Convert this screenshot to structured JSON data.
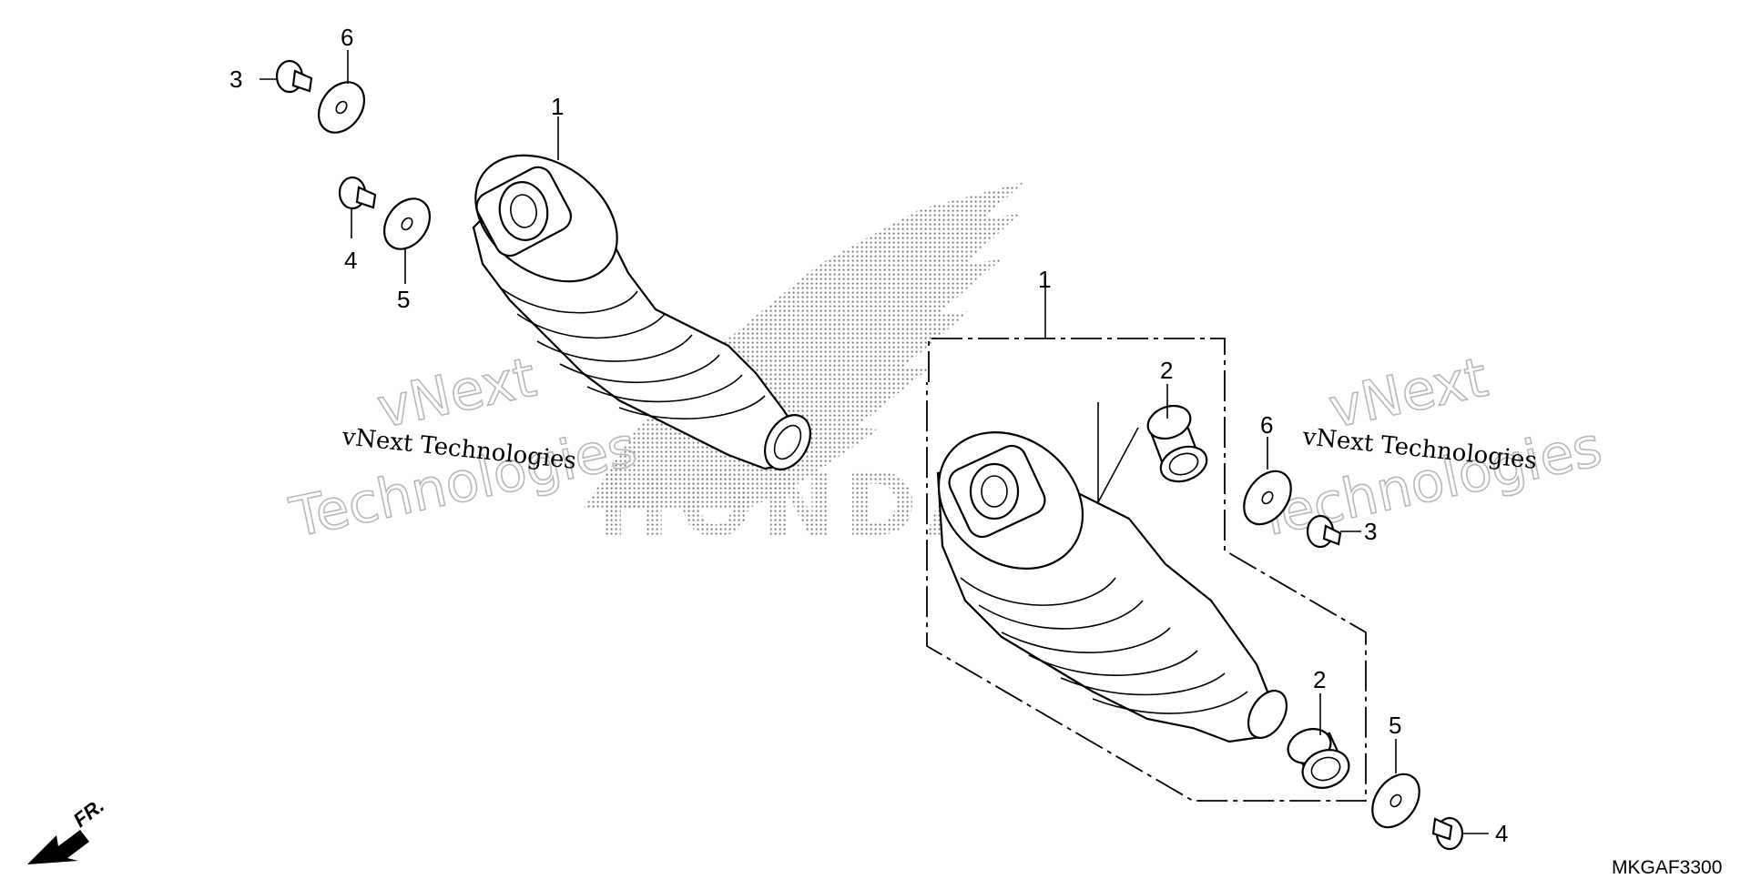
{
  "diagram": {
    "drawing_code": "MKGAF3300",
    "direction_label": "FR.",
    "watermark_line": "vNext Technologies",
    "watermark_big_1": "vNext",
    "watermark_big_2": "Technologies",
    "brand_mark": "HONDA",
    "callouts": {
      "shock_left": "1",
      "shock_right": "1",
      "collar_top": "2",
      "collar_bottom": "2",
      "bolt_top_left": "3",
      "bolt_right": "3",
      "bolt_mid_left": "4",
      "bolt_bottom_right": "4",
      "washer_mid_left": "5",
      "washer_bottom_right": "5",
      "washer_top_left": "6",
      "washer_right": "6"
    }
  }
}
